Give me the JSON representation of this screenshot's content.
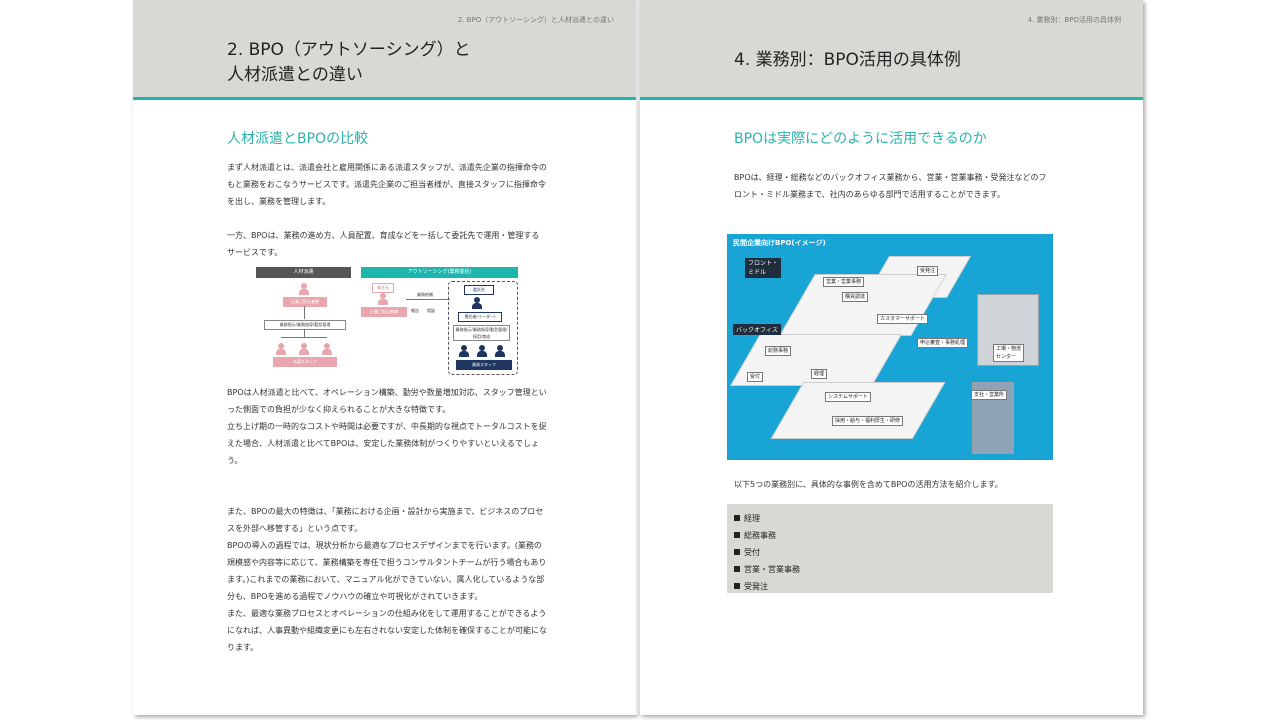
{
  "left_page": {
    "running_header": "2.  BPO（アウトソーシング）と人材派遣との違い",
    "title": "2.  BPO（アウトソーシング）と\n   人材派遣との違い",
    "section_heading": "人材派遣とBPOの比較",
    "paragraphs": [
      [
        "まず人材派遣とは、派遣会社と雇用関係にある派遣スタッフが、派遣先企業の指揮命令のもと業務をおこなうサービスです。派遣先企業のご担当者様が、直接スタッフに指揮命令を出し、業務を管理します。"
      ],
      [
        "一方、BPOは、業務の進め方、人員配置、育成などを一括して委託先で運用・管理するサービスです。"
      ],
      [
        "BPOは人材派遣と比べて、オペレーション構築、勤労や数量増加対応、スタッフ管理といった側面での負担が少なく抑えられることが大きな特徴です。",
        "立ち上げ期の一時的なコストや時間は必要ですが、中長期的な視点でトータルコストを捉えた場合、人材派遣と比べてBPOは、安定した業務体制がつくりやすいといえるでしょう。"
      ],
      [
        "また、BPOの最大の特徴は、「業務における企画・設計から実施まで、ビジネスのプロセスを外部へ移管する」という点です。",
        "BPOの導入の過程では、現状分析から最適なプロセスデザインまでを行います。(業務の規模感や内容等に応じて、業務構築を専任で担うコンサルタントチームが行う場合もあります。)これまでの業務において、マニュアル化ができていない、属人化しているような部分も、BPOを進める過程でノウハウの確立や可視化がされていきます。",
        "また、最適な業務プロセスとオペレーションの仕組み化をして運用することができるようになれば、人事異動や組織変更にも左右されない安定した体制を確保することが可能になります。"
      ]
    ],
    "diagram": {
      "left_label": "人材派遣",
      "right_label": "アウトソーシング(業務委託)",
      "left_top_box": "企業ご担当者様",
      "left_middle_box": "業務指示/業務指導/勤怠管理",
      "left_bottom_label": "派遣スタッフ",
      "right_client_small": "発注元",
      "right_client_box": "企業ご担当者様",
      "right_contract": "業務依頼",
      "right_report": "報告",
      "right_consult": "相談",
      "right_vendor_box": "委託先",
      "right_leader_box": "責任者(リーダー)",
      "right_instruction_box": "業務指示/業務指導/勤怠管理/採用/育成",
      "right_staff_label": "業務スタッフ",
      "colors": {
        "left": "#555555",
        "right": "#1cb6ad",
        "pink": "#e9a6ae",
        "navy": "#1e3560"
      }
    }
  },
  "right_page": {
    "running_header": "4.  業務別：BPO活用の具体例",
    "title": "4.  業務別：BPO活用の具体例",
    "section_heading": "BPOは実際にどのように活用できるのか",
    "intro": "BPOは、経理・総務などのバックオフィス業務から、営業・営業事務・受発注などのフロント・ミドル業務まで、社内のあらゆる部門で活用することができます。",
    "illustration": {
      "title": "民間企業向けBPO(イメージ)",
      "front_label": "フロント・\nミドル",
      "back_label": "バックオフィス",
      "tags": {
        "order": "受発注",
        "sales": "営業・営業事務",
        "purchasing": "購買調達",
        "customer": "カスタマーサポート",
        "application": "申込審査・事務処理",
        "general": "総務事務",
        "reception": "受付",
        "accounting": "経理",
        "system": "システムサポート",
        "hr": "採用・給与・福利厚生・研修",
        "factory": "工場・物流\nセンター",
        "branch": "支社・営業所"
      },
      "bg_color": "#19a4d6"
    },
    "outro": "以下5つの業務別に、具体的な事例を含めてBPOの活用方法を紹介します。",
    "list": [
      "経理",
      "総務事務",
      "受付",
      "営業・営業事務",
      "受発注"
    ]
  }
}
